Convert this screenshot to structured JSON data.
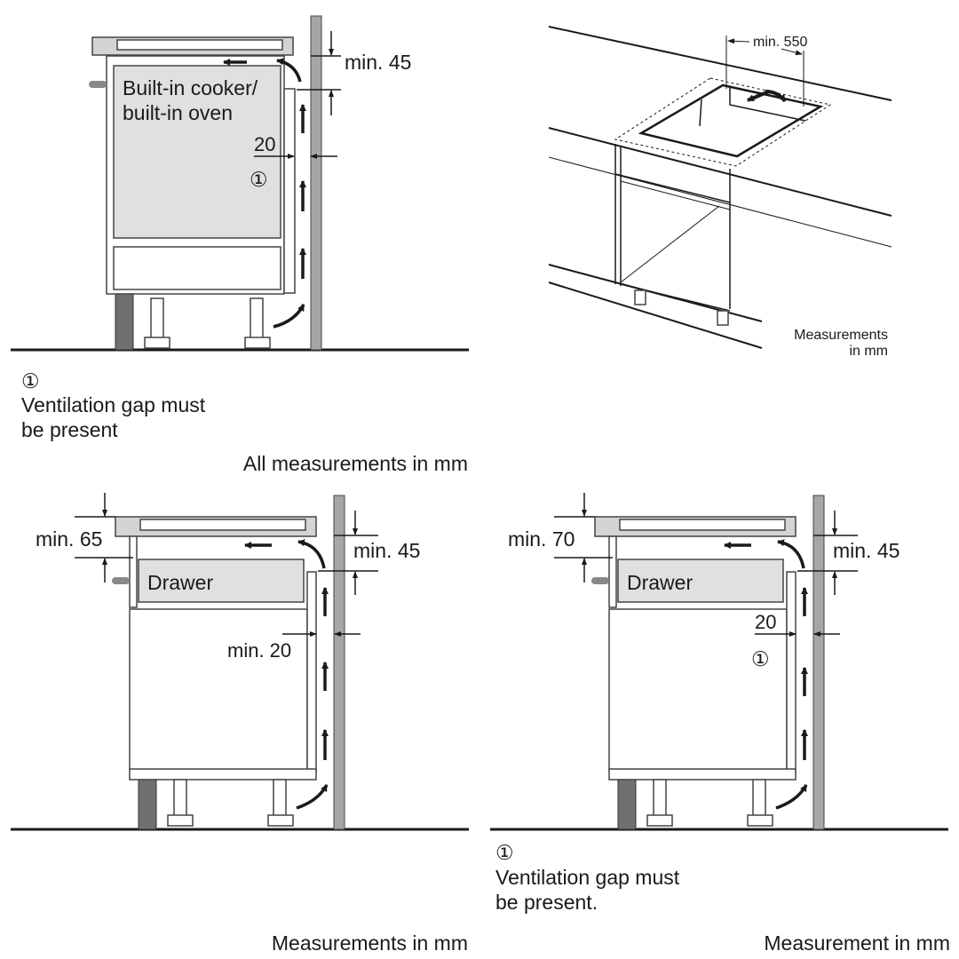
{
  "diagram_top_left": {
    "appliance_label_line1": "Built-in cooker/",
    "appliance_label_line2": "built-in oven",
    "dim_top": "min. 45",
    "dim_gap": "20",
    "marker": "①"
  },
  "note_top_left": {
    "marker": "①",
    "line1": "Ventilation gap must",
    "line2": "be present"
  },
  "caption_top_left": "All measurements in mm",
  "diagram_top_right": {
    "dim_width": "min. 550",
    "caption_line1": "Measurements",
    "caption_line2": "in mm"
  },
  "diagram_bottom_left": {
    "dim_front": "min. 65",
    "dim_top": "min. 45",
    "drawer_label": "Drawer",
    "dim_gap": "min. 20",
    "caption": "Measurements in mm"
  },
  "diagram_bottom_right": {
    "dim_front": "min. 70",
    "dim_top": "min. 45",
    "drawer_label": "Drawer",
    "dim_gap": "20",
    "marker": "①",
    "caption": "Measurement in mm"
  },
  "note_bottom_right": {
    "marker": "①",
    "line1": "Ventilation gap must",
    "line2": "be present."
  }
}
